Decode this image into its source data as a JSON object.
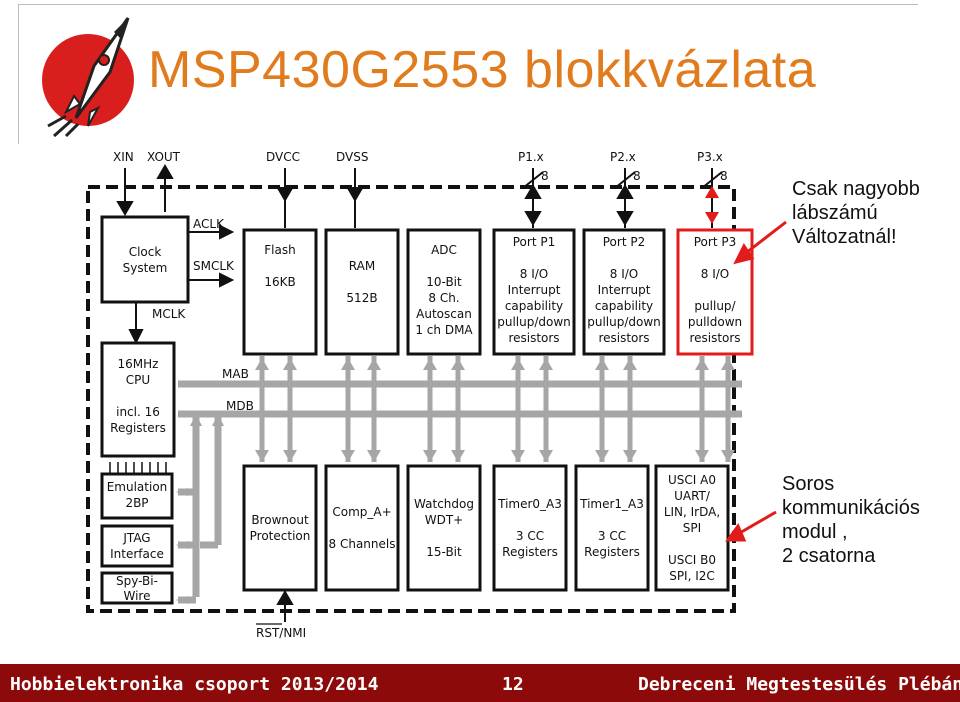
{
  "title": "MSP430G2553 blokkvázlata",
  "notes": {
    "port3_note": [
      "Csak nagyobb",
      "lábszámú",
      "Változatnál!"
    ],
    "usci_note": [
      "Soros",
      "kommunikációs",
      "modul ,",
      "2 csatorna"
    ]
  },
  "colors": {
    "title": "#e07b1e",
    "footer_bg": "#8d0a0a",
    "highlight": "#e21b1b",
    "bus": "#a6a6a6"
  },
  "pins": {
    "xin": "XIN",
    "xout": "XOUT",
    "dvcc": "DVCC",
    "dvss": "DVSS",
    "p1": "P1.x",
    "p2": "P2.x",
    "p3": "P3.x",
    "width_p1": "8",
    "width_p2": "8",
    "width_p3": "8",
    "rst": "RST/NMI"
  },
  "signals": {
    "aclk": "ACLK",
    "smclk": "SMCLK",
    "mclk": "MCLK",
    "mab": "MAB",
    "mdb": "MDB"
  },
  "blocks": {
    "clock": [
      "Clock",
      "System"
    ],
    "flash": [
      "Flash",
      "",
      "16KB"
    ],
    "ram": [
      "RAM",
      "",
      "512B"
    ],
    "adc": [
      "ADC",
      "",
      "10-Bit",
      "8 Ch.",
      "Autoscan",
      "1 ch DMA"
    ],
    "port1": [
      "Port P1",
      "",
      "8 I/O",
      "Interrupt",
      "capability",
      "pullup/down",
      "resistors"
    ],
    "port2": [
      "Port P2",
      "",
      "8 I/O",
      "Interrupt",
      "capability",
      "pullup/down",
      "resistors"
    ],
    "port3": [
      "Port P3",
      "",
      "8 I/O",
      "",
      "pullup/",
      "pulldown",
      "resistors"
    ],
    "cpu": [
      "16MHz",
      "CPU",
      "",
      "incl. 16",
      "Registers"
    ],
    "emulation": [
      "Emulation",
      "2BP"
    ],
    "jtag": [
      "JTAG",
      "Interface"
    ],
    "spybi": [
      "Spy-Bi-",
      "Wire"
    ],
    "brownout": [
      "Brownout",
      "Protection"
    ],
    "comp": [
      "Comp_A+",
      "",
      "8 Channels"
    ],
    "watchdog": [
      "Watchdog",
      "WDT+",
      "",
      "15-Bit"
    ],
    "timer0": [
      "Timer0_A3",
      "",
      "3 CC",
      "Registers"
    ],
    "timer1": [
      "Timer1_A3",
      "",
      "3 CC",
      "Registers"
    ],
    "usci": [
      "USCI A0",
      "UART/",
      "LIN, IrDA,",
      "SPI",
      "",
      "USCI B0",
      "SPI, I2C"
    ]
  },
  "footer": {
    "left": "Hobbielektronika csoport 2013/2014",
    "page": "12",
    "right": "Debreceni Megtestesülés Plébánia"
  }
}
